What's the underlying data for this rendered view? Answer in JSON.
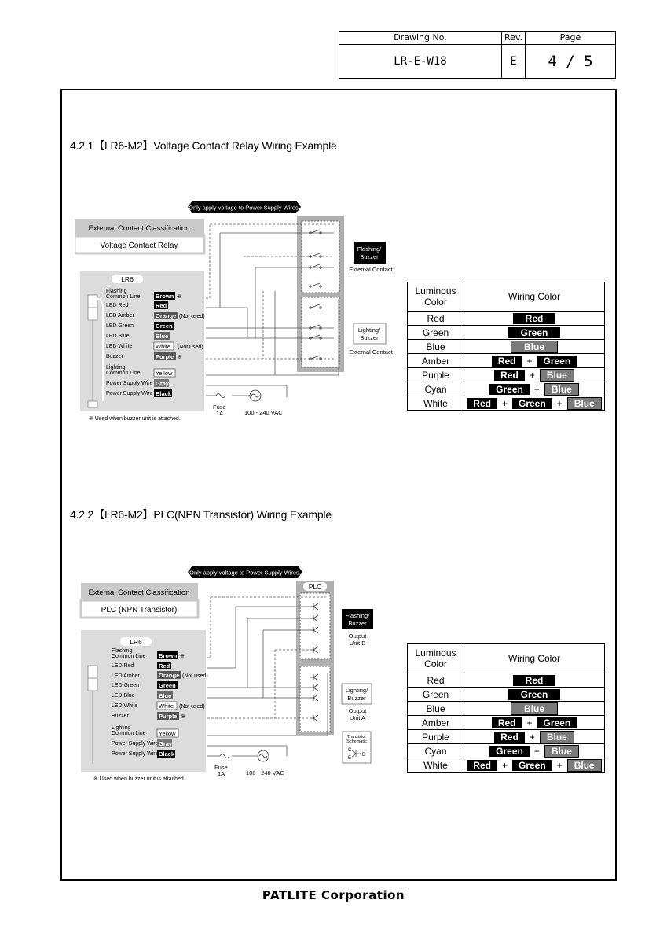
{
  "header": {
    "drawing_no_label": "Drawing No.",
    "drawing_no": "LR-E-W18",
    "rev_label": "Rev.",
    "rev": "E",
    "page_label": "Page",
    "page": "4 / 5"
  },
  "section1": {
    "heading": "4.2.1【LR6-M2】Voltage Contact Relay Wiring Example",
    "banner": "Only apply voltage to Power Supply Wires.",
    "ext_class_title": "External Contact Classification",
    "ext_class_value": "Voltage Contact Relay",
    "unit": "LR6",
    "wires": [
      {
        "label": "Flashing Common Line",
        "color": "Brown",
        "note": "※"
      },
      {
        "label": "LED Red",
        "color": "Red",
        "note": ""
      },
      {
        "label": "LED Amber",
        "color": "Orange",
        "note": "(Not used)"
      },
      {
        "label": "LED Green",
        "color": "Green",
        "note": ""
      },
      {
        "label": "LED Blue",
        "color": "Blue",
        "note": ""
      },
      {
        "label": "LED White",
        "color": "White",
        "note": "(Not used)"
      },
      {
        "label": "Buzzer",
        "color": "Purple",
        "note": "※"
      },
      {
        "label": "Lighting Common Line",
        "color": "Yellow",
        "note": ""
      },
      {
        "label": "Power Supply Wire",
        "color": "Gray",
        "note": ""
      },
      {
        "label": "Power Supply Wire",
        "color": "Black",
        "note": ""
      }
    ],
    "flashing_box": "Flashing/ Buzzer",
    "flashing_caption": "External Contact",
    "lighting_box": "Lighting/ Buzzer",
    "lighting_caption": "External Contact",
    "fuse": "Fuse 1A",
    "voltage": "100 - 240 VAC",
    "footnote": "※ Used when buzzer unit is attached."
  },
  "section2": {
    "heading": "4.2.2【LR6-M2】PLC(NPN Transistor) Wiring Example",
    "banner": "Only apply voltage to Power Supply Wires.",
    "ext_class_title": "External Contact Classification",
    "ext_class_value": "PLC (NPN Transistor)",
    "unit": "LR6",
    "plc": "PLC",
    "flashing_box": "Flashing/ Buzzer",
    "flashing_caption": "Output Unit B",
    "lighting_box": "Lighting/ Buzzer",
    "lighting_caption": "Output Unit A",
    "transistor_box": "Transistor Schematic",
    "fuse": "Fuse 1A",
    "voltage": "100 - 240 VAC",
    "footnote": "※ Used when buzzer unit is attached."
  },
  "color_table": {
    "col_luminous": "Luminous Color",
    "col_wiring": "Wiring Color",
    "plus": "+",
    "rows": [
      {
        "name": "Red",
        "parts": [
          "Red"
        ]
      },
      {
        "name": "Green",
        "parts": [
          "Green"
        ]
      },
      {
        "name": "Blue",
        "parts": [
          "Blue"
        ]
      },
      {
        "name": "Amber",
        "parts": [
          "Red",
          "Green"
        ]
      },
      {
        "name": "Purple",
        "parts": [
          "Red",
          "Blue"
        ]
      },
      {
        "name": "Cyan",
        "parts": [
          "Green",
          "Blue"
        ]
      },
      {
        "name": "White",
        "parts": [
          "Red",
          "Green",
          "Blue"
        ]
      }
    ]
  },
  "footer": "PATLITE Corporation"
}
